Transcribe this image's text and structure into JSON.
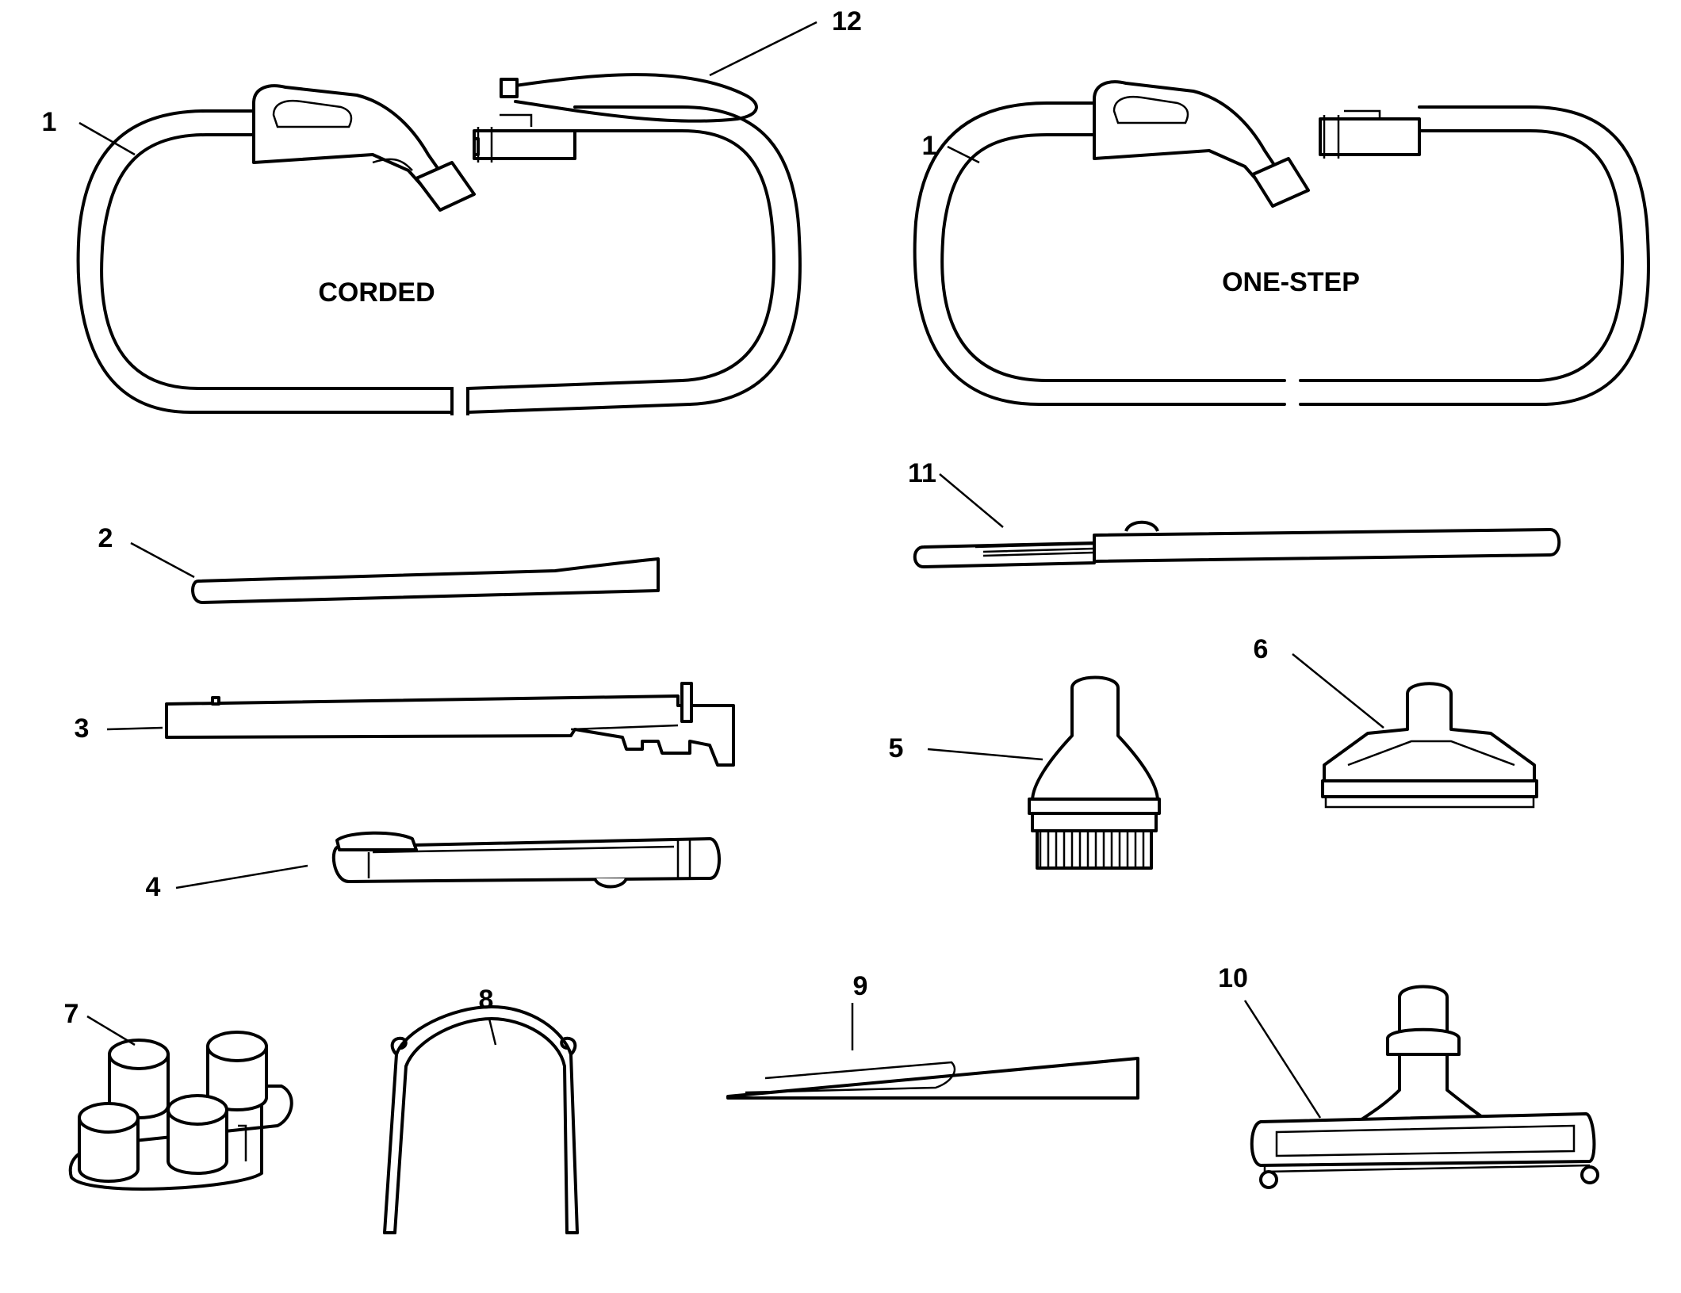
{
  "parts": {
    "p1a": "1",
    "p1b": "1",
    "p2": "2",
    "p3": "3",
    "p4": "4",
    "p5": "5",
    "p6": "6",
    "p7": "7",
    "p8": "8",
    "p9": "9",
    "p10": "10",
    "p11": "11",
    "p12": "12"
  },
  "hose_labels": {
    "corded": "CORDED",
    "one_step": "ONE-STEP"
  }
}
